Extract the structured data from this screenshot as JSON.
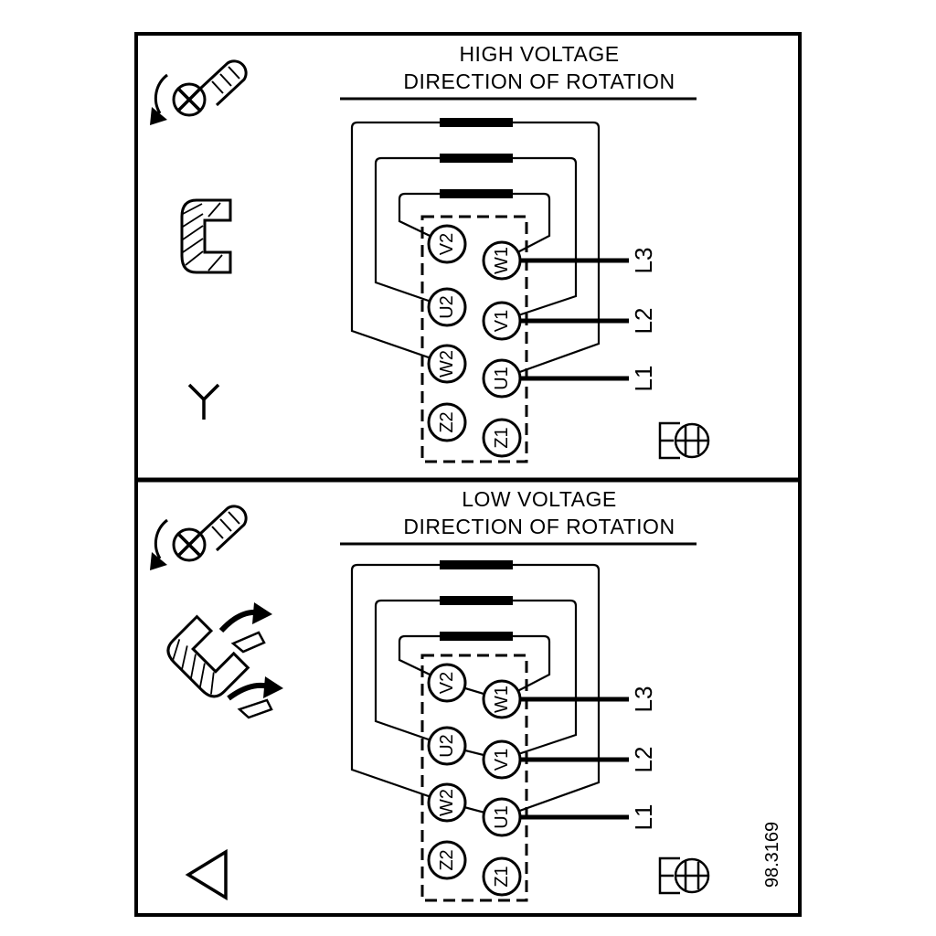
{
  "figure": {
    "number": "98.3169"
  },
  "panels": {
    "high": {
      "title_line1": "HIGH VOLTAGE",
      "title_line2": "DIRECTION OF ROTATION",
      "connection": "star",
      "terminals": {
        "left": [
          "V2",
          "U2",
          "W2",
          "Z2"
        ],
        "right": [
          "W1",
          "V1",
          "U1",
          "Z1"
        ]
      },
      "supply": {
        "l3": "L3",
        "l2": "L2",
        "l1": "L1"
      }
    },
    "low": {
      "title_line1": "LOW VOLTAGE",
      "title_line2": "DIRECTION OF ROTATION",
      "connection": "delta",
      "terminals": {
        "left": [
          "V2",
          "U2",
          "W2",
          "Z2"
        ],
        "right": [
          "W1",
          "V1",
          "U1",
          "Z1"
        ]
      },
      "supply": {
        "l3": "L3",
        "l2": "L2",
        "l1": "L1"
      }
    }
  },
  "icons": {
    "loosen_screw": "phillips-screw-with-ccw-arrow",
    "jumper_bracket": "jumper-link-bracket",
    "remove_jumpers": "jumper-link-with-arrows",
    "star_symbol": "Y",
    "delta_symbol": "triangle",
    "shaft_end_view": "screw-head-end-view"
  }
}
